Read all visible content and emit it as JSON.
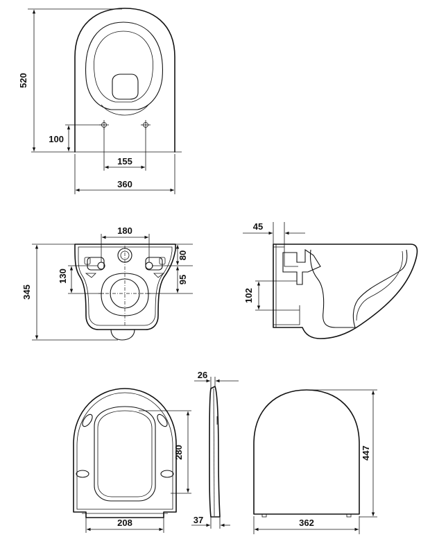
{
  "top_view": {
    "dim_height": "520",
    "dim_hole_offset": "100",
    "dim_hole_spacing": "155",
    "dim_width": "360"
  },
  "rear_view": {
    "dim_bolt_spacing": "180",
    "dim_total_height": "345",
    "dim_bolt_height": "130",
    "dim_top_offset": "80",
    "dim_outlet_offset": "95"
  },
  "side_view": {
    "dim_flange": "45",
    "dim_outlet_height": "102"
  },
  "seat_view": {
    "dim_hinge_height": "280",
    "dim_hinge_spacing": "208"
  },
  "seat_side_view": {
    "dim_thickness_top": "26",
    "dim_thickness_bottom": "37"
  },
  "lid_view": {
    "dim_height": "447",
    "dim_width": "362"
  }
}
